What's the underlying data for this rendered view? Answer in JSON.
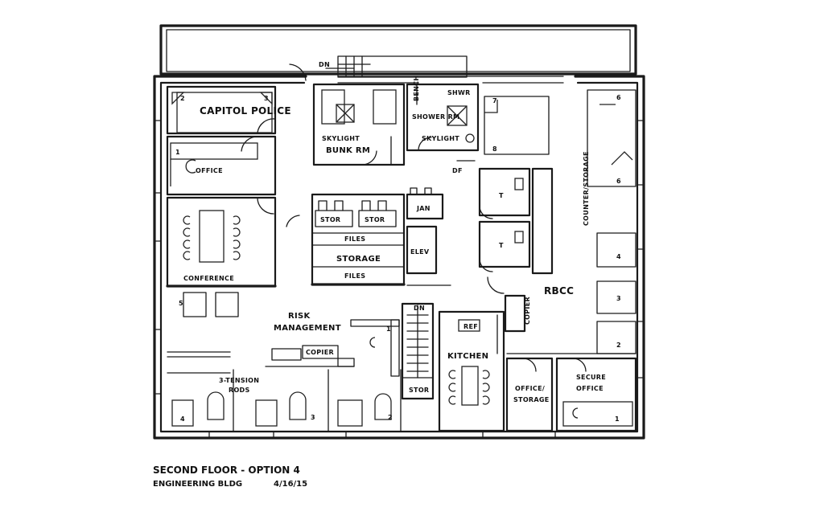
{
  "caption": {
    "title": "SECOND FLOOR - OPTION 4",
    "building": "ENGINEERING BLDG",
    "date": "4/16/15"
  },
  "rooms": {
    "capitol_police": "CAPITOL POLICE",
    "office": "OFFICE",
    "conference": "CONFERENCE",
    "bunk_rm": "BUNK RM",
    "skylight_bunk": "SKYLIGHT",
    "shower_rm": "SHOWER RM",
    "skylight_shower": "SKYLIGHT",
    "bench": "BENCH",
    "shwr": "SHWR",
    "df": "DF",
    "stor_1": "STOR",
    "stor_2": "STOR",
    "jan": "JAN",
    "files_1": "FILES",
    "storage": "STORAGE",
    "files_2": "FILES",
    "elev": "ELEV",
    "risk_management_1": "RISK",
    "risk_management_2": "MANAGEMENT",
    "copier_left": "COPIER",
    "tension_rods_1": "3-TENSION",
    "tension_rods_2": "RODS",
    "kitchen": "KITCHEN",
    "ref": "REF",
    "stor_stair": "STOR",
    "dn_top": "DN",
    "dn_stair": "DN",
    "t_1": "T",
    "t_2": "T",
    "counter_storage": "COUNTER/STORAGE",
    "rbcc": "RBCC",
    "copier_right": "COPIER",
    "office_storage_1": "OFFICE/",
    "office_storage_2": "STORAGE",
    "secure_office_1": "SECURE",
    "secure_office_2": "OFFICE"
  },
  "numbers": [
    "1",
    "2",
    "3",
    "4",
    "5",
    "6",
    "7",
    "8"
  ]
}
